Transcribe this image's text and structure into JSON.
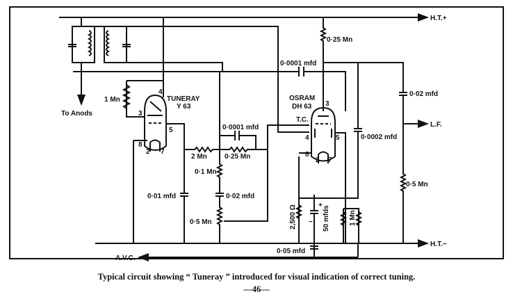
{
  "rails": {
    "ht_plus": "H.T.+",
    "ht_minus": "H.T.−",
    "lf": "L.F.",
    "avc": "A.V.C.",
    "to_anodes": "To Anods"
  },
  "valves": {
    "tuneray": {
      "name": "TUNERAY",
      "type": "Y 63",
      "pins": [
        "4",
        "3",
        "5",
        "8",
        "2",
        "7"
      ]
    },
    "osram": {
      "name": "OSRAM",
      "type": "DH 63",
      "tc": "T.C.",
      "pins": [
        "3",
        "4",
        "5",
        "8",
        "2",
        "7"
      ]
    }
  },
  "components": {
    "r_1mn_tuneray": "1 Mn",
    "r_025_anode": "0·25 Mn",
    "c_00001_coupling": "0·0001 mfd",
    "c_002_output": "0·02 mfd",
    "c_00002": "0·0002 mfd",
    "c_00001_grid": "0·0001 mfd",
    "r_2mn": "2 Mn",
    "r_025_grid": "0·25 Mn",
    "r_01mn": "0·1 Mn",
    "c_001": "0·01 mfd",
    "c_002_vol": "0·02 mfd",
    "pot_05mn": "0·5 Mn",
    "r_2500": "2,500 Ω",
    "c_50_plus": "+",
    "c_50_minus": "−",
    "c_50": "50 mfds",
    "r_1mn_bias": "1 Mn",
    "r_05mn_output": "0·5 Mn",
    "c_005": "0·05 mfd"
  },
  "caption": "Typical circuit showing “ Tuneray ” introduced for visual indication of correct tuning.",
  "page_number": "—46—"
}
